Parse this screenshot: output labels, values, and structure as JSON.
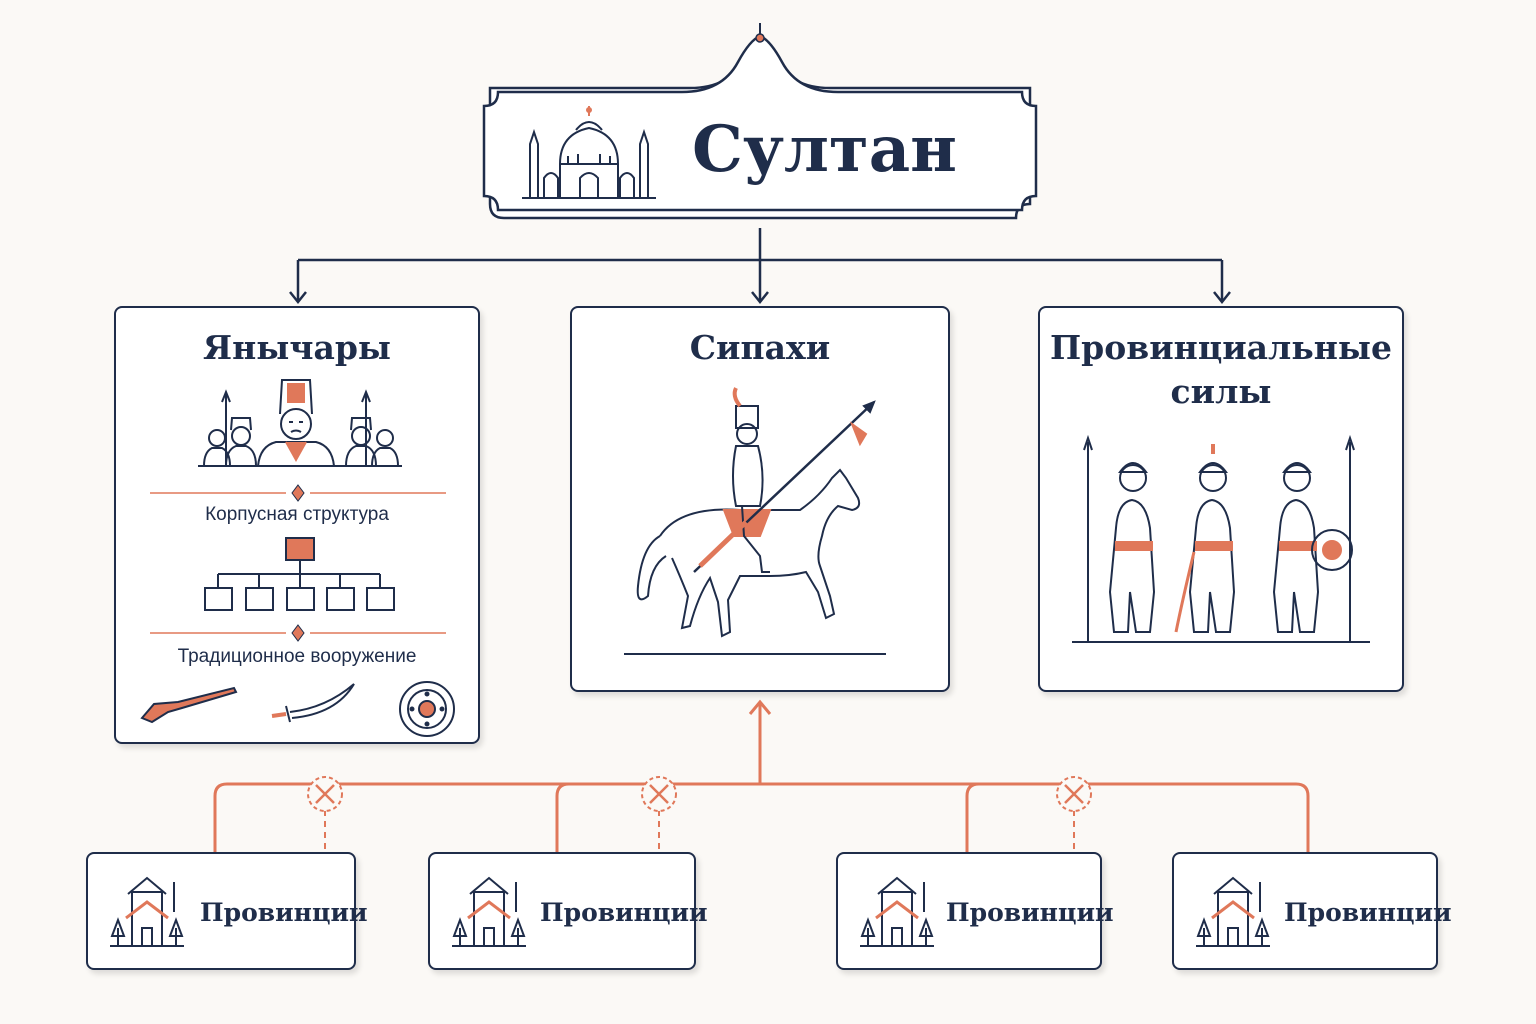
{
  "sultan": {
    "title": "Султан",
    "icon": "mosque-icon"
  },
  "janissaries": {
    "title": "Янычары",
    "corps_label": "Корпусная структура",
    "weapons_label": "Традиционное вооружение",
    "icons": [
      "janissary-group-icon",
      "org-chart-icon",
      "musket-icon",
      "sword-icon",
      "shield-icon"
    ]
  },
  "sipahi": {
    "title": "Сипахи",
    "icon": "cavalryman-icon"
  },
  "provincial": {
    "title_line1": "Провинциальные",
    "title_line2": "силы",
    "icon": "provincial-soldiers-icon"
  },
  "provinces": [
    {
      "label": "Провинции",
      "icon": "house-icon"
    },
    {
      "label": "Провинции",
      "icon": "house-icon"
    },
    {
      "label": "Провинции",
      "icon": "house-icon"
    },
    {
      "label": "Провинции",
      "icon": "house-icon"
    }
  ],
  "colors": {
    "navy": "#1f2d4a",
    "accent": "#e0785a",
    "background": "#fbf9f6"
  }
}
